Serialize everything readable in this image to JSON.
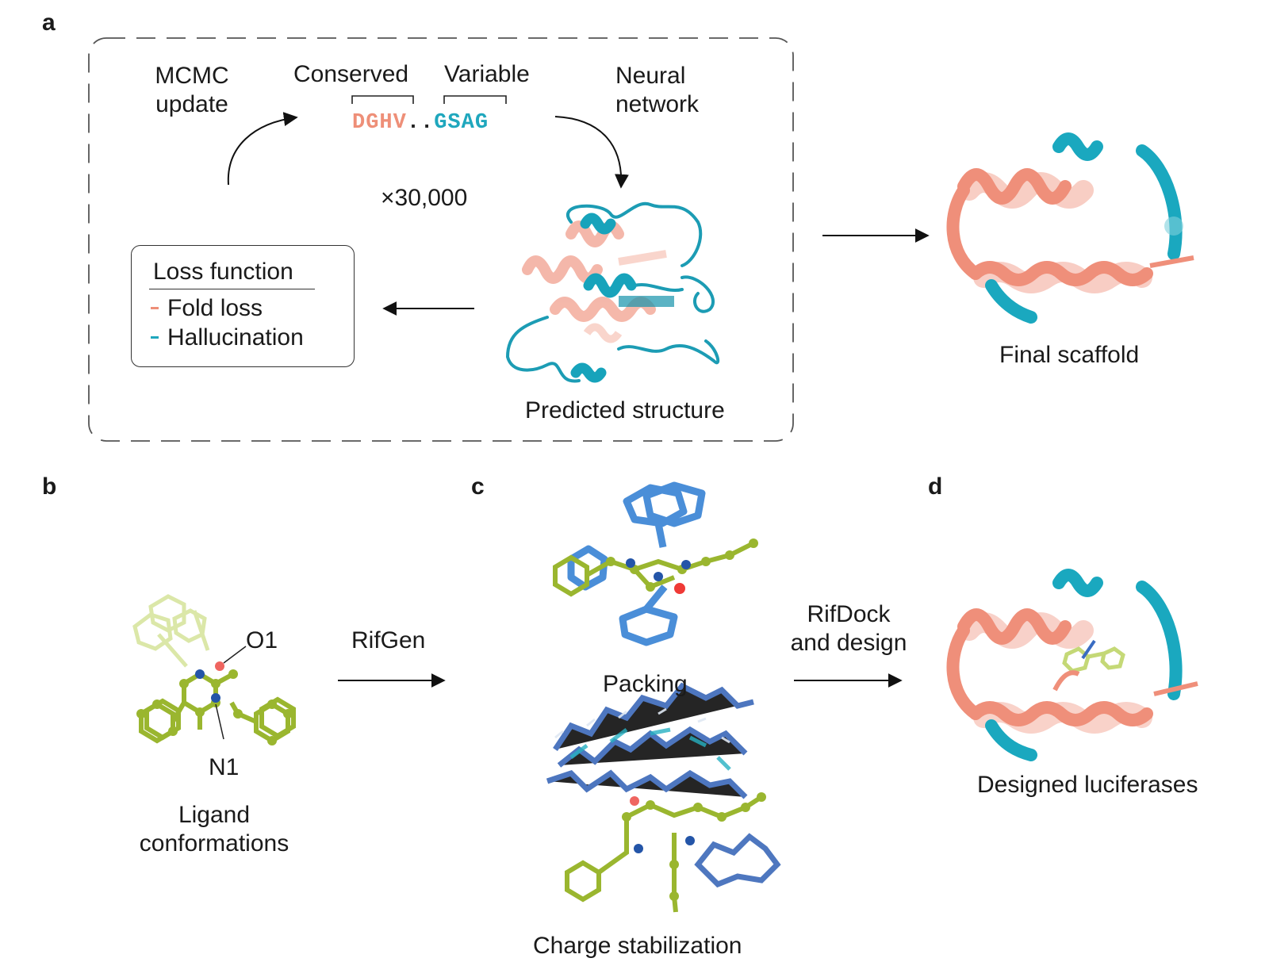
{
  "colors": {
    "conserved": "#ee8f78",
    "variable": "#1fa7bd",
    "ligand": "#9ab62f",
    "nitrogen": "#2455a8",
    "oxygen": "#ef5a55",
    "packing": "#4a8ed8",
    "charge": "#2f5fb4"
  },
  "panels": {
    "a": {
      "letter": "a",
      "mcmc": [
        "MCMC",
        "update"
      ],
      "conserved_label": "Conserved",
      "variable_label": "Variable",
      "seq_conserved": "DGHV",
      "seq_dots": "..",
      "seq_variable": "GSAG",
      "neural": [
        "Neural",
        "network"
      ],
      "iterations": "×30,000",
      "loss": {
        "title": "Loss function",
        "fold": "Fold loss",
        "hallucination": "Hallucination"
      },
      "predicted": "Predicted structure",
      "final": "Final scaffold"
    },
    "b": {
      "letter": "b",
      "o1": "O1",
      "n1": "N1",
      "caption": [
        "Ligand",
        "conformations"
      ],
      "arrow_label": "RifGen"
    },
    "c": {
      "letter": "c",
      "packing": "Packing",
      "charge": "Charge stabilization",
      "arrow_label": [
        "RifDock",
        "and design"
      ]
    },
    "d": {
      "letter": "d",
      "caption": "Designed luciferases"
    }
  }
}
